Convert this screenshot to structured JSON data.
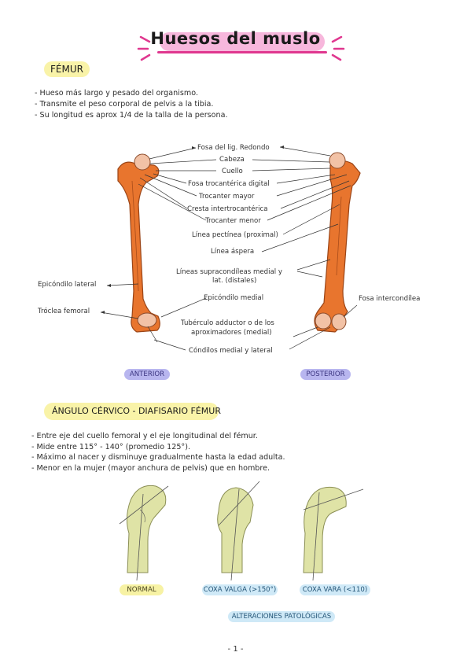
{
  "title": "Huesos del muslo",
  "femur": {
    "heading": "FÉMUR",
    "bullets": [
      "- Hueso más largo y pesado del organismo.",
      "- Transmite el peso corporal de pelvis a la tibia.",
      "- Su longitud es aprox 1/4 de la talla de la persona."
    ]
  },
  "diagram": {
    "labels": {
      "fosa_lig": "Fosa del lig. Redondo",
      "cabeza": "Cabeza",
      "cuello": "Cuello",
      "fosa_troc": "Fosa trocantérica digital",
      "troc_mayor": "Trocanter mayor",
      "cresta": "Cresta intertrocantérica",
      "troc_menor": "Trocanter menor",
      "linea_pectinea": "Línea pectínea (proximal)",
      "linea_aspera": "Línea áspera",
      "lineas_supra_1": "Líneas supracondíleas medial y",
      "lineas_supra_2": "lat. (distales)",
      "epi_lateral": "Epicóndilo lateral",
      "troclea": "Tróclea femoral",
      "epi_medial": "Epicóndilo medial",
      "fosa_inter": "Fosa intercondílea",
      "tuberculo_1": "Tubérculo adductor o de los",
      "tuberculo_2": "aproximadores (medial)",
      "condilos": "Cóndilos medial y lateral"
    },
    "anterior": "ANTERIOR",
    "posterior": "POSTERIOR"
  },
  "angulo": {
    "heading": "ÁNGULO CÉRVICO - DIAFISARIO FÉMUR",
    "bullets": [
      "- Entre eje del cuello femoral y el eje longitudinal del fémur.",
      "- Mide entre 115° - 140° (promedio 125°).",
      "- Máximo al nacer y disminuye gradualmente hasta la edad adulta.",
      "- Menor en la mujer (mayor anchura de pelvis) que en hombre."
    ],
    "captions": {
      "normal": "NORMAL",
      "valga": "COXA VALGA (>150°)",
      "vara": "COXA VARA (<110)",
      "alteraciones": "ALTERACIONES PATOLÓGICAS"
    }
  },
  "page_number": "- 1 -",
  "colors": {
    "title_highlight": "#f7b7dc",
    "title_accent": "#e0378f",
    "heading_highlight": "#f9f3a8",
    "bone": "#e8752e",
    "pill_purple": "#b8b6ef",
    "pill_blue": "#cfe9f7",
    "femur_sketch": "#dfe3a6"
  }
}
